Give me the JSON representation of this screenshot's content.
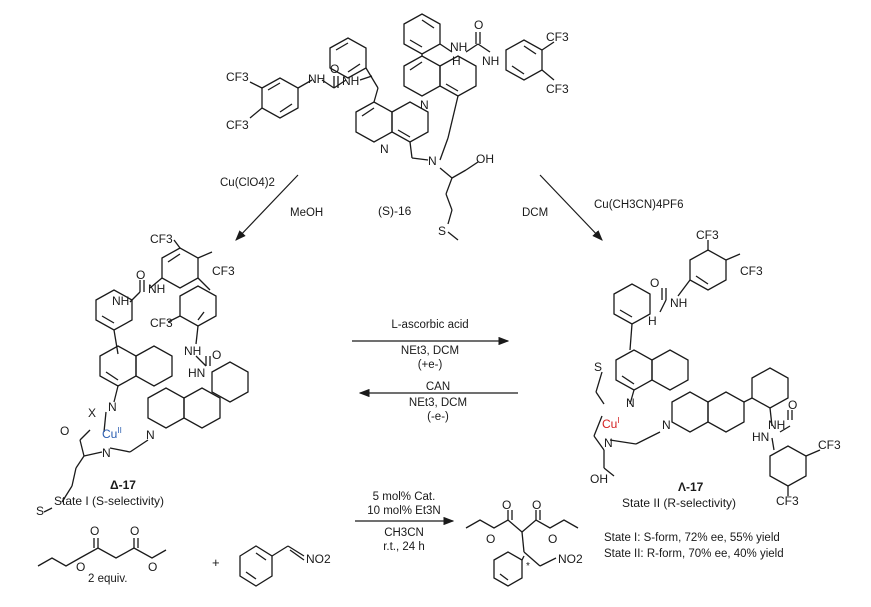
{
  "structures": {
    "s16_name": "(S)-16",
    "state1_name": "Δ-17",
    "state1_caption": "State I (S-selectivity)",
    "state2_name": "Λ-17",
    "state2_caption": "State II (R-selectivity)"
  },
  "arrows": {
    "left_reagent1": "Cu(ClO4)2",
    "left_reagent2": "MeOH",
    "right_solvent": "DCM",
    "right_reagent": "Cu(CH3CN)4PF6",
    "fwd_line1": "L-ascorbic acid",
    "fwd_line2": "NEt3, DCM",
    "fwd_line3": "(+e-)",
    "back_line1": "CAN",
    "back_line2": "NEt3, DCM",
    "back_line3": "(-e-)"
  },
  "reaction": {
    "equiv": "2 equiv.",
    "plus": "+",
    "cat": "5 mol% Cat.",
    "base": "10 mol% Et3N",
    "solvent": "CH3CN",
    "time": "r.t., 24 h"
  },
  "results": {
    "state1": "State I: S-form, 72% ee, 55% yield",
    "state2": "State II: R-form, 70% ee, 40% yield"
  },
  "atom_labels": {
    "cf3": "CF3",
    "nh": "NH",
    "h": "H",
    "o": "O",
    "n": "N",
    "s": "S",
    "oh": "OH",
    "x": "X",
    "cu2": "Cu",
    "cu2_ox": "II",
    "cu1": "Cu",
    "cu1_ox": "I",
    "hn": "HN",
    "stereo": "*",
    "no2": "NO2"
  },
  "colors": {
    "ink": "#1a1a1a",
    "cu_ii": "#2a5db0",
    "cu_i": "#d42020"
  }
}
